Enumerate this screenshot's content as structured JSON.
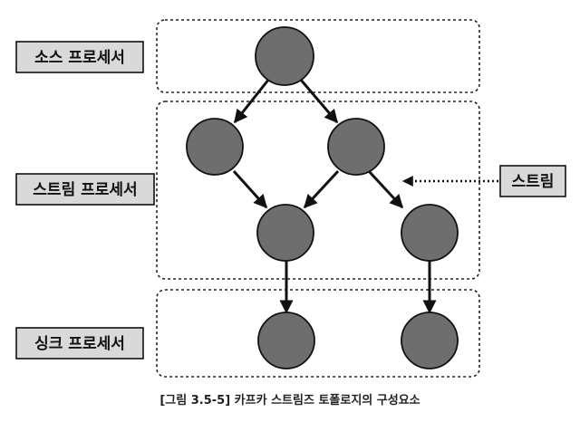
{
  "labels": {
    "source": "소스 프로세서",
    "stream": "스트림 프로세서",
    "sink": "싱크 프로세서",
    "pointer": "스트림"
  },
  "caption": "[그림 3.5-5] 카프카 스트림즈 토폴로지의 구성요소",
  "colors": {
    "node_fill": "#6e6e6e",
    "label_fill": "#d9d9d9",
    "line": "#111111"
  }
}
